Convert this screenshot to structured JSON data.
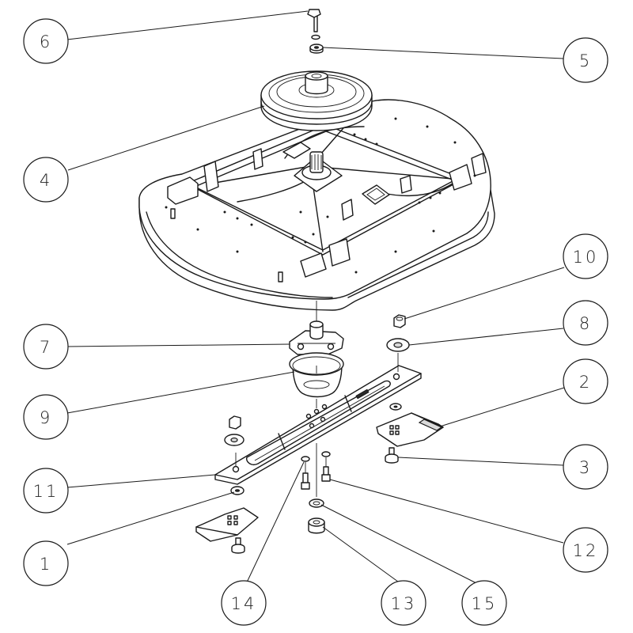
{
  "callouts": [
    {
      "num": "6"
    },
    {
      "num": "5"
    },
    {
      "num": "4"
    },
    {
      "num": "10"
    },
    {
      "num": "8"
    },
    {
      "num": "7"
    },
    {
      "num": "2"
    },
    {
      "num": "9"
    },
    {
      "num": "3"
    },
    {
      "num": "11"
    },
    {
      "num": "1"
    },
    {
      "num": "12"
    },
    {
      "num": "14"
    },
    {
      "num": "13"
    },
    {
      "num": "15"
    }
  ]
}
